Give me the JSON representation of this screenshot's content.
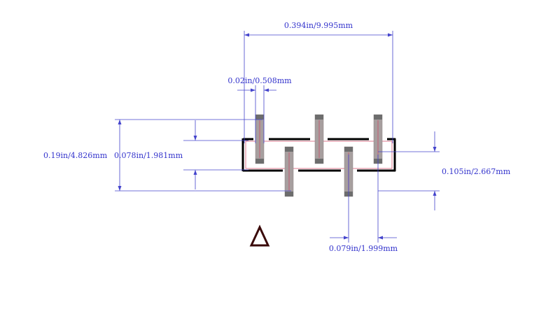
{
  "dimensions": {
    "overall_width": "0.394in/9.995mm",
    "pad_width": "0.02in/0.508mm",
    "overall_height": "0.19in/4.826mm",
    "body_height": "0.078in/1.981mm",
    "pad_height_offset": "0.105in/2.667mm",
    "pitch": "0.079in/1.999mm"
  },
  "colors": {
    "dimension": "#3333cc",
    "outline": "#000000",
    "pad": "#a79f9f",
    "pad_end": "#6d6d6d",
    "pad_inner": "#d04060",
    "pin1_marker": "#3a0a0a"
  },
  "icons": {
    "pin1_marker": "triangle-icon"
  }
}
